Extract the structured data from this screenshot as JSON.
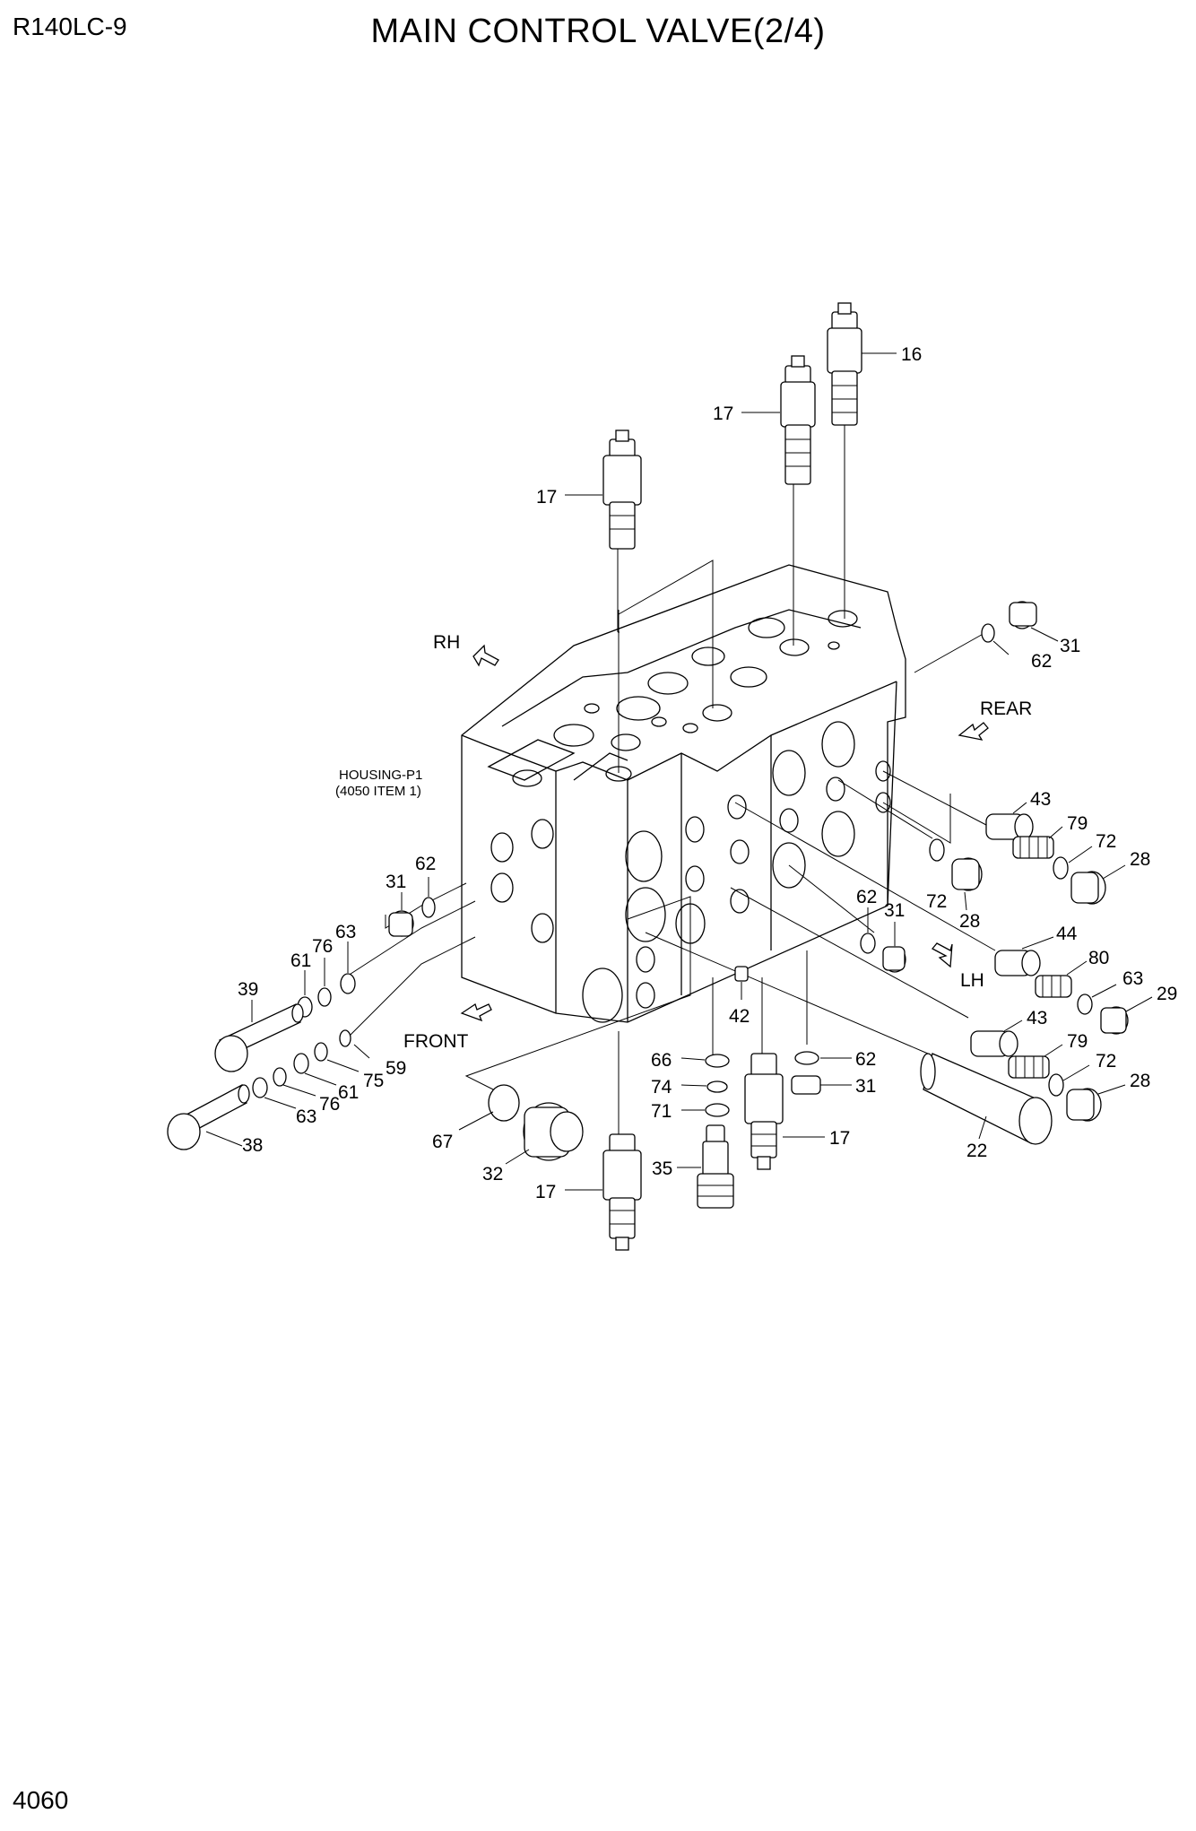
{
  "header": {
    "model": "R140LC-9",
    "title": "MAIN CONTROL VALVE(2/4)"
  },
  "footer": {
    "page_number": "4060"
  },
  "housing_label": {
    "line1": "HOUSING-P1",
    "line2": "(4050 ITEM 1)"
  },
  "directions": {
    "rh": "RH",
    "rear": "REAR",
    "lh": "LH",
    "front": "FRONT"
  },
  "callouts": {
    "c16": "16",
    "c17a": "17",
    "c17b": "17",
    "c17c": "17",
    "c17d": "17",
    "c31a": "31",
    "c62a": "62",
    "c43a": "43",
    "c79a": "79",
    "c72a": "72",
    "c28a": "28",
    "c72b": "72",
    "c28b": "28",
    "c62b": "62",
    "c31b": "31",
    "c31c": "31",
    "c62c": "62",
    "c44": "44",
    "c80": "80",
    "c63a": "63",
    "c29": "29",
    "c43b": "43",
    "c79b": "79",
    "c72c": "72",
    "c28c": "28",
    "c22": "22",
    "c39": "39",
    "c61a": "61",
    "c76a": "76",
    "c63b": "63",
    "c59": "59",
    "c75": "75",
    "c61b": "61",
    "c76b": "76",
    "c63c": "63",
    "c38": "38",
    "c42": "42",
    "c66": "66",
    "c74": "74",
    "c71": "71",
    "c35": "35",
    "c62d": "62",
    "c31d": "31",
    "c67": "67",
    "c32": "32"
  }
}
